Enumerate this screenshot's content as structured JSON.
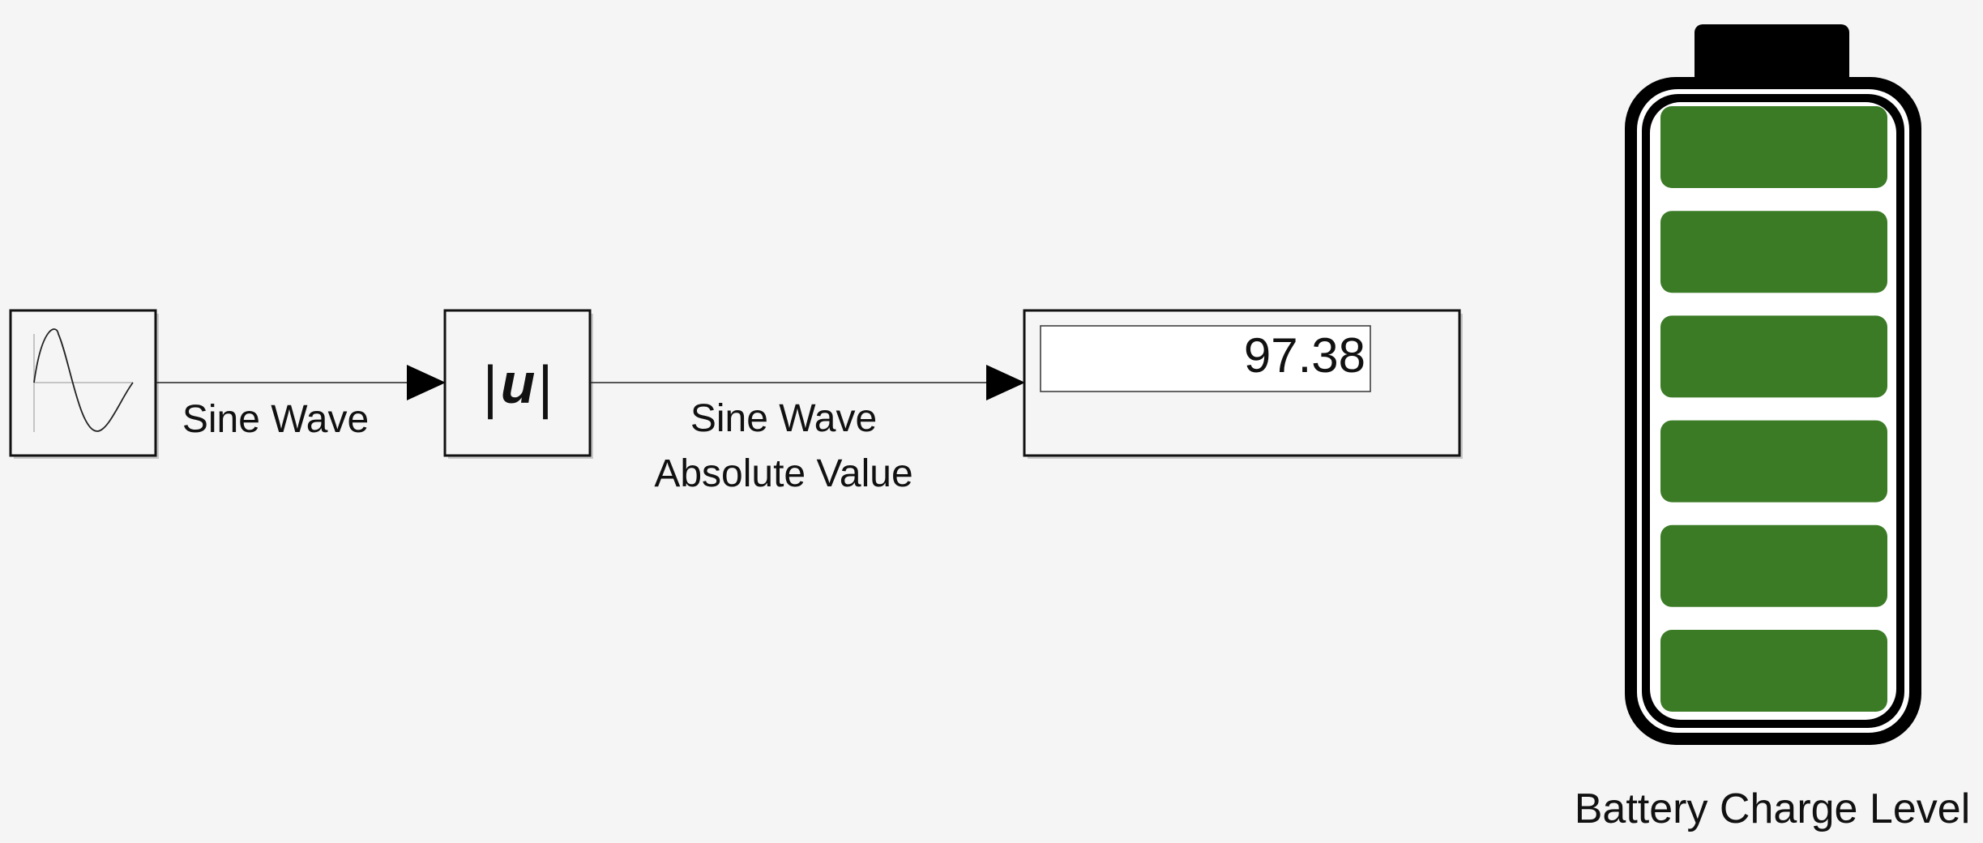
{
  "blocks": {
    "sine_wave": {
      "icon": "sine-wave-icon"
    },
    "abs": {
      "glyph_bars": "|",
      "glyph_var": "u"
    },
    "display": {
      "value": "97.38"
    }
  },
  "signals": {
    "sine": {
      "label": "Sine Wave"
    },
    "abs": {
      "label_line1": "Sine Wave",
      "label_line2": "Absolute Value"
    }
  },
  "battery": {
    "label": "Battery Charge Level",
    "segments_total": 6,
    "segments_lit": 6,
    "segment_color": "#3b7b26",
    "icon": "battery-icon"
  }
}
